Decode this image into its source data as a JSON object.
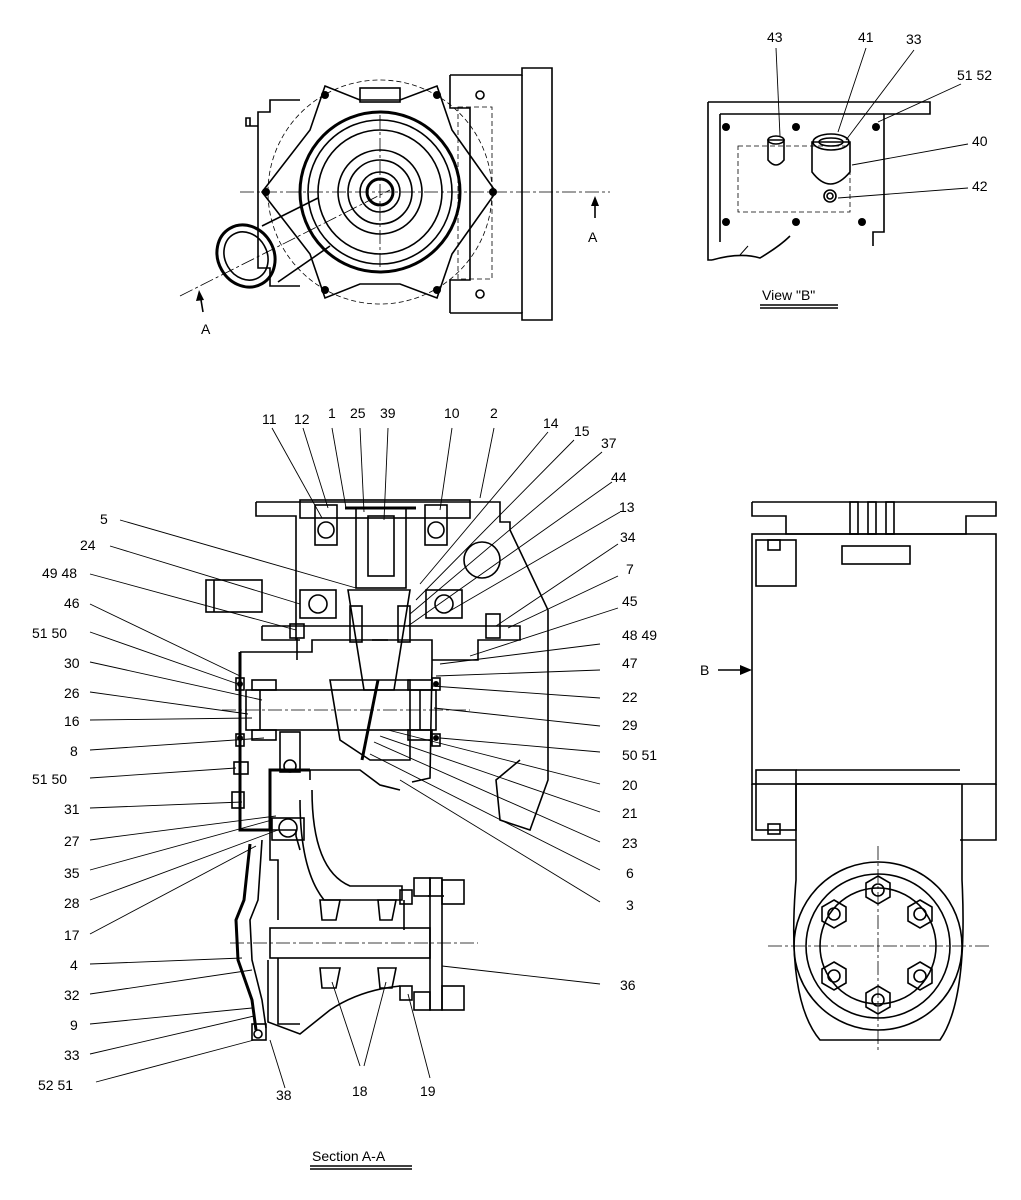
{
  "top_view": {
    "section_mark": "A"
  },
  "view_b": {
    "title": "View \"B\"",
    "callouts": [
      {
        "label": "43"
      },
      {
        "label": "41"
      },
      {
        "label": "33"
      },
      {
        "label": "51  52"
      },
      {
        "label": "40"
      },
      {
        "label": "42"
      }
    ]
  },
  "section_aa": {
    "title": "Section A-A",
    "callouts": [
      {
        "label": "11"
      },
      {
        "label": "12"
      },
      {
        "label": "1"
      },
      {
        "label": "25"
      },
      {
        "label": "39"
      },
      {
        "label": "10"
      },
      {
        "label": "2"
      },
      {
        "label": "14"
      },
      {
        "label": "15"
      },
      {
        "label": "37"
      },
      {
        "label": "44"
      },
      {
        "label": "13"
      },
      {
        "label": "34"
      },
      {
        "label": "7"
      },
      {
        "label": "45"
      },
      {
        "label": "48  49"
      },
      {
        "label": "47"
      },
      {
        "label": "22"
      },
      {
        "label": "29"
      },
      {
        "label": "50  51"
      },
      {
        "label": "20"
      },
      {
        "label": "21"
      },
      {
        "label": "23"
      },
      {
        "label": "6"
      },
      {
        "label": "3"
      },
      {
        "label": "36"
      },
      {
        "label": "19"
      },
      {
        "label": "18"
      },
      {
        "label": "38"
      },
      {
        "label": "52  51"
      },
      {
        "label": "33"
      },
      {
        "label": "9"
      },
      {
        "label": "32"
      },
      {
        "label": "4"
      },
      {
        "label": "17"
      },
      {
        "label": "28"
      },
      {
        "label": "35"
      },
      {
        "label": "27"
      },
      {
        "label": "31"
      },
      {
        "label": "51  50"
      },
      {
        "label": "8"
      },
      {
        "label": "16"
      },
      {
        "label": "26"
      },
      {
        "label": "30"
      },
      {
        "label": "51  50"
      },
      {
        "label": "46"
      },
      {
        "label": "49  48"
      },
      {
        "label": "24"
      },
      {
        "label": "5"
      }
    ]
  },
  "side_view": {
    "view_mark": "B"
  }
}
